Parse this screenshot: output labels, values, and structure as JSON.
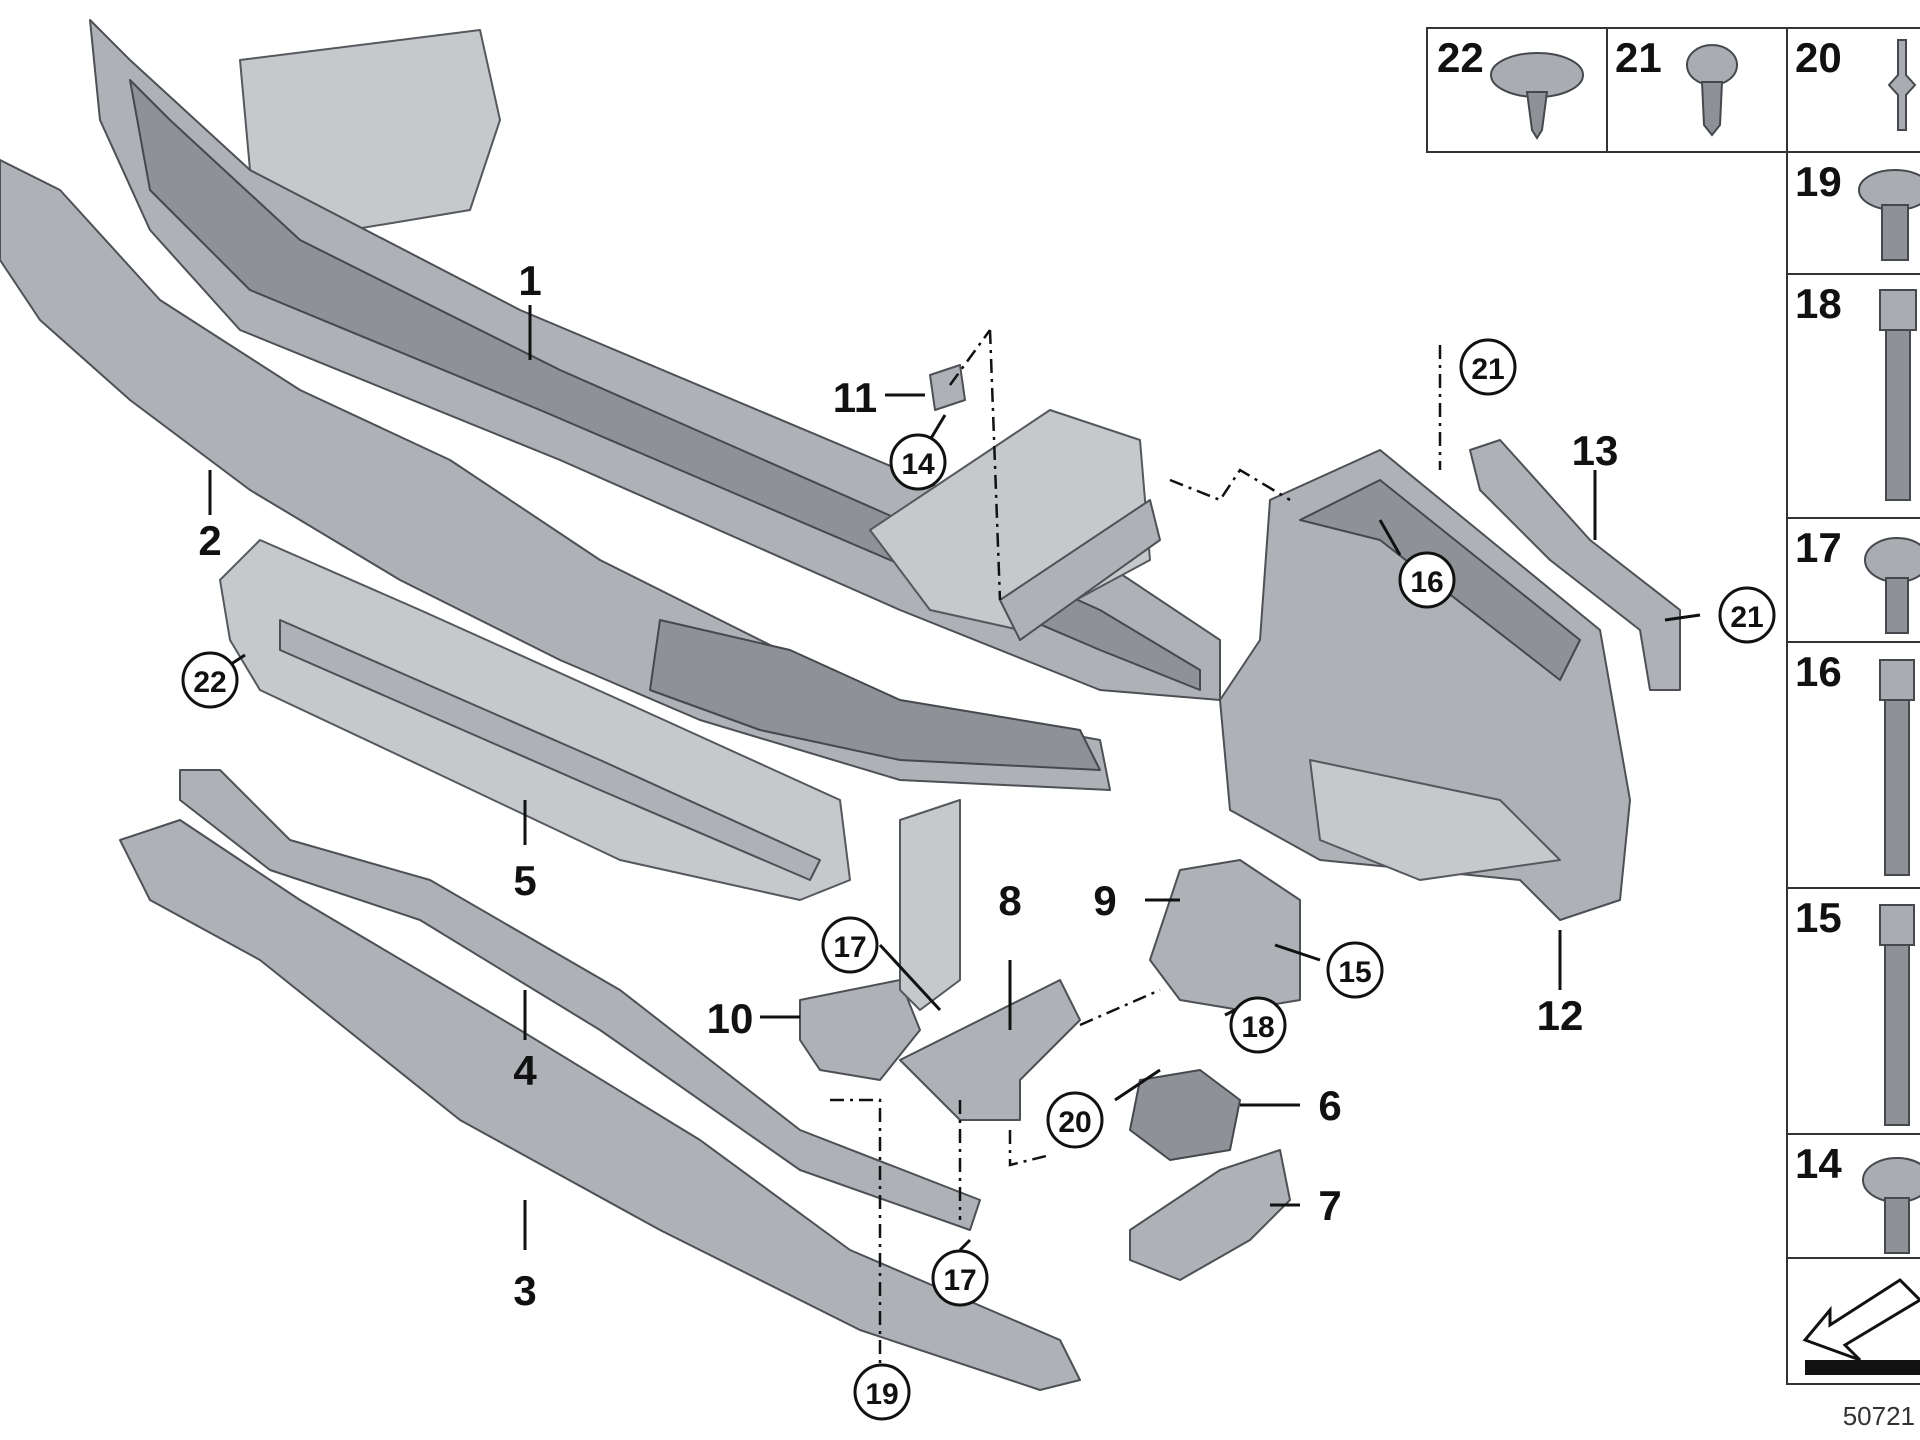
{
  "diagram": {
    "callouts": [
      "1",
      "2",
      "3",
      "4",
      "5",
      "6",
      "7",
      "8",
      "9",
      "10",
      "11",
      "12",
      "13"
    ],
    "circled_refs": [
      "14",
      "15",
      "16",
      "17",
      "17",
      "18",
      "19",
      "20",
      "21",
      "21",
      "22"
    ],
    "legend_cells": [
      "22",
      "21",
      "20",
      "19",
      "18",
      "17",
      "16",
      "15",
      "14"
    ],
    "doc_number": "50721"
  }
}
